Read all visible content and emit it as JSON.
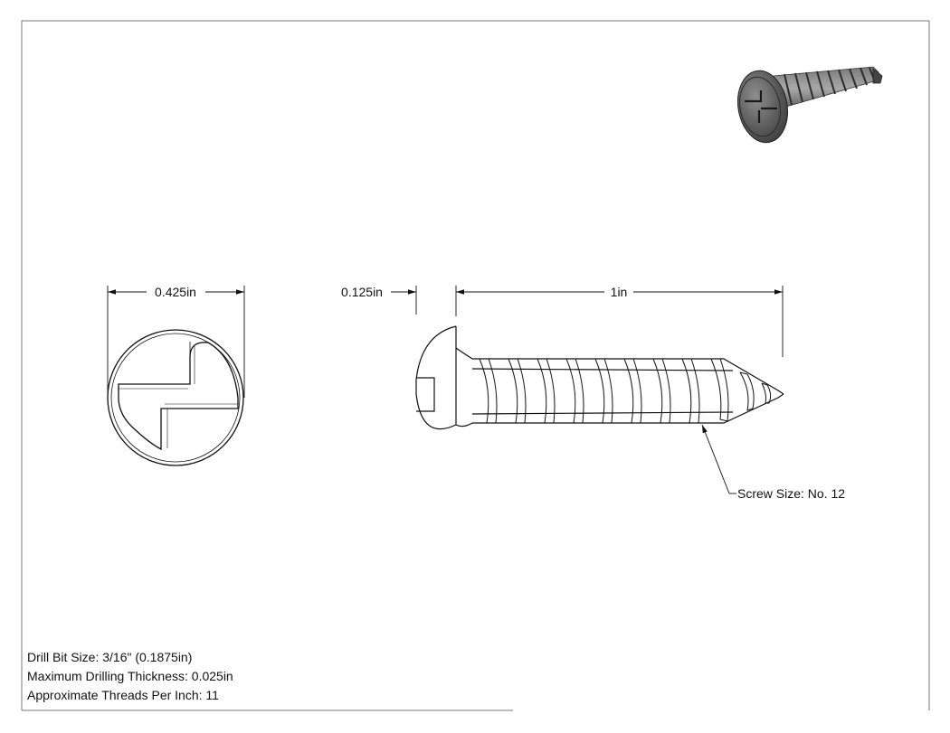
{
  "drawing": {
    "dimensions": {
      "head_diameter": "0.425in",
      "head_height": "0.125in",
      "length": "1in"
    },
    "callout": "Screw Size: No. 12",
    "notes": [
      "Drill Bit Size: 3/16\" (0.1875in)",
      "Maximum Drilling Thickness: 0.025in",
      "Approximate Threads Per Inch: 11"
    ]
  },
  "colors": {
    "line": "#111111",
    "screw_dark": "#555555",
    "screw_light": "#9a9a9a"
  }
}
